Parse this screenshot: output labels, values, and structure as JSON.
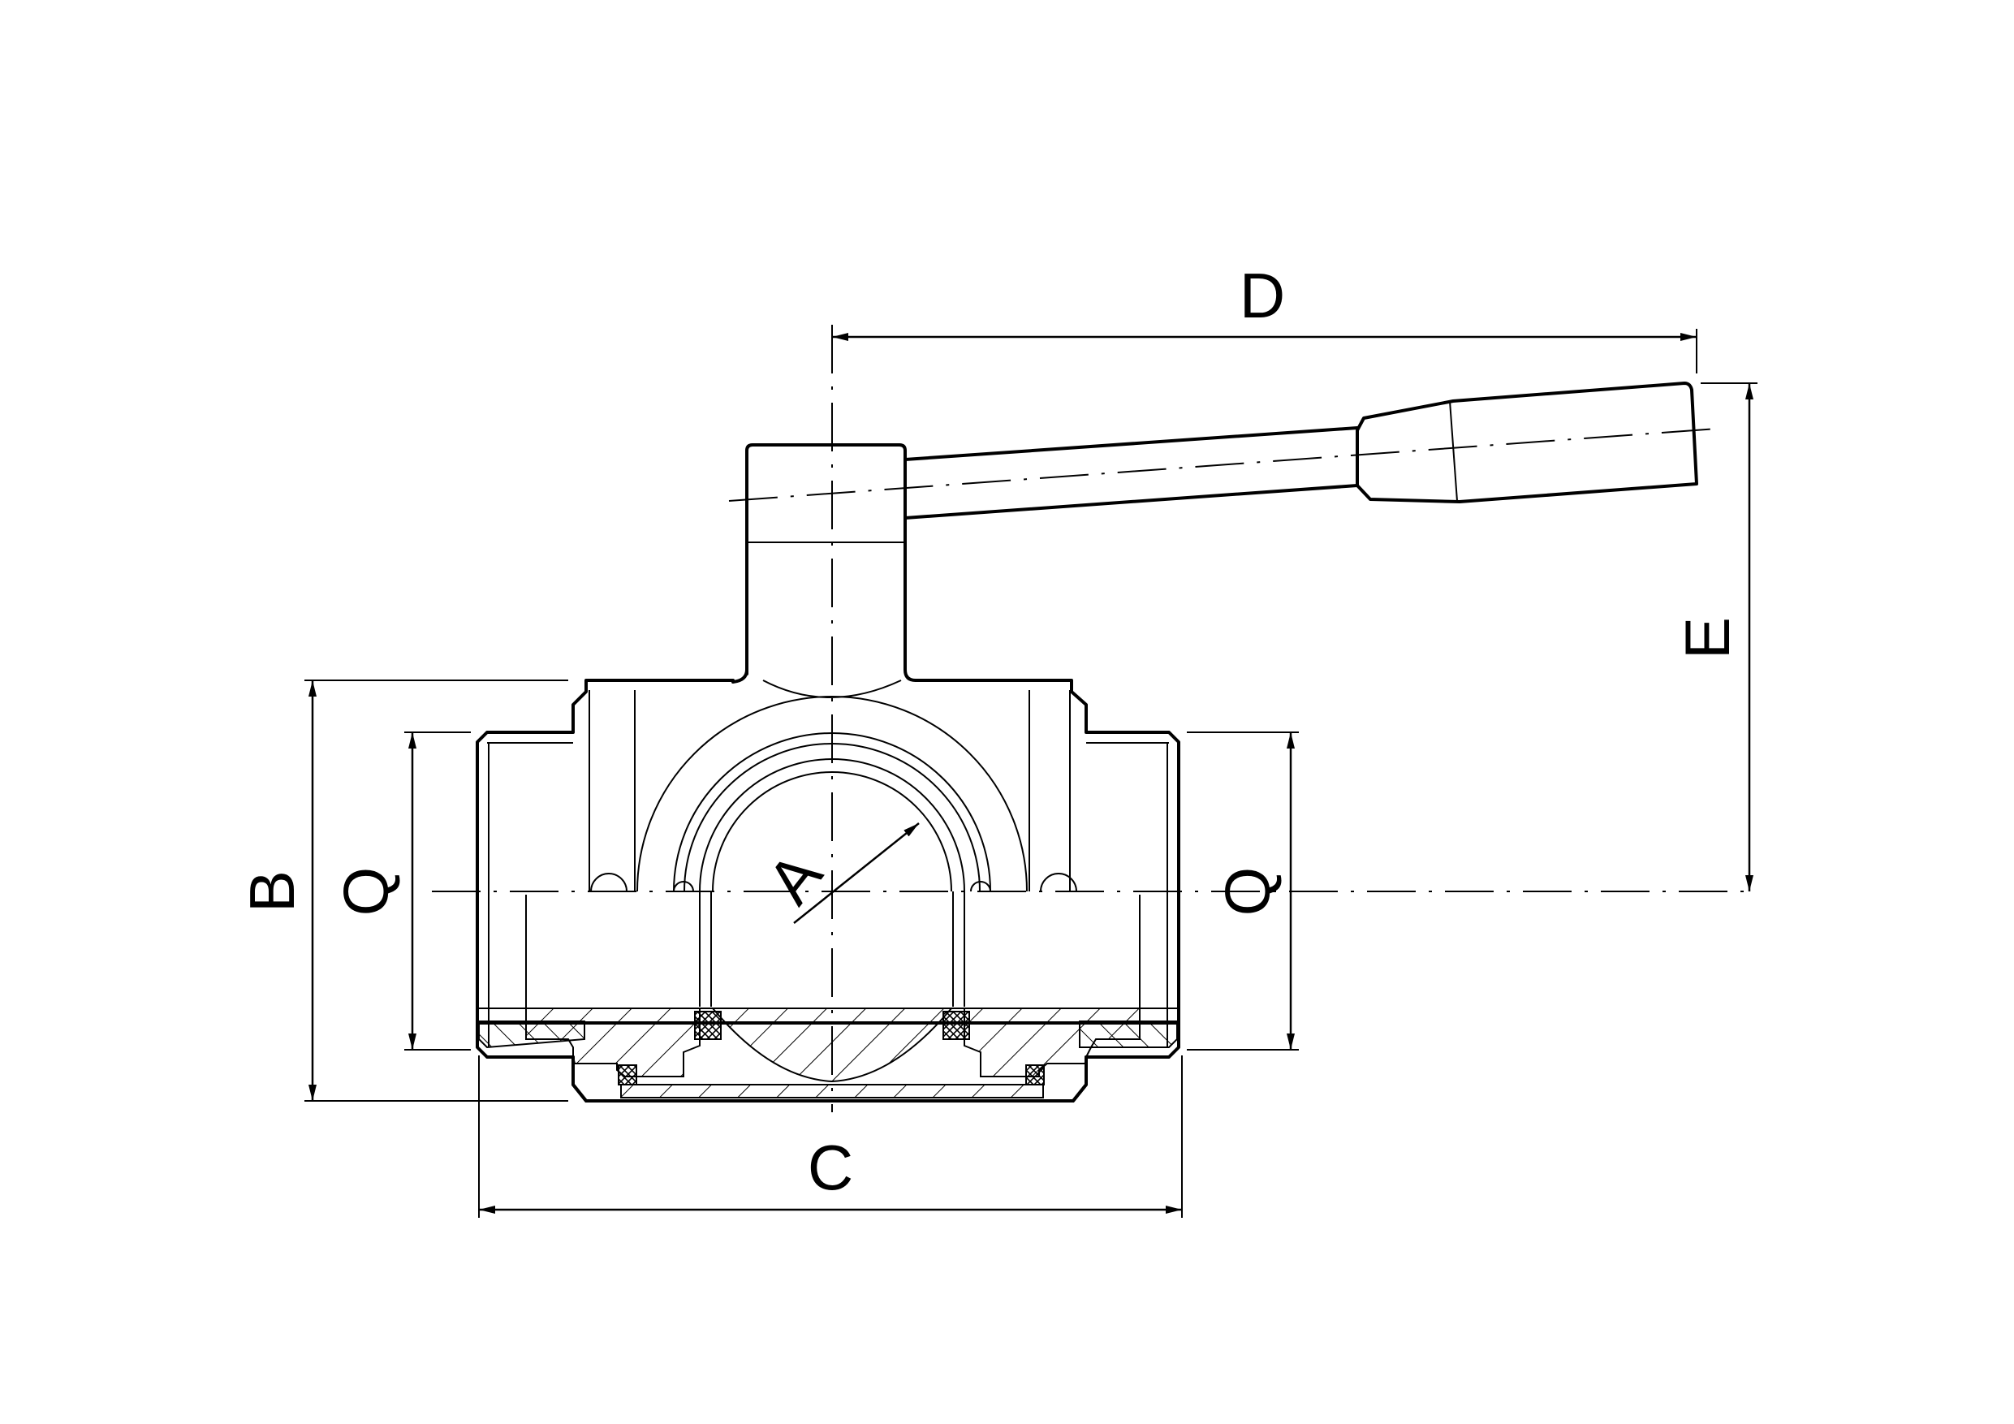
{
  "labels": {
    "A": "A",
    "B": "B",
    "C": "C",
    "D": "D",
    "E": "E",
    "Q_left": "Q",
    "Q_right": "Q"
  }
}
